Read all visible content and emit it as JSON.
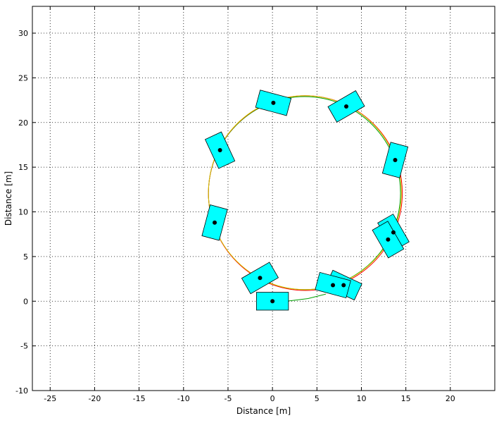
{
  "chart_data": {
    "type": "scatter",
    "title": "",
    "xlabel": "Distance [m]",
    "ylabel": "Distance [m]",
    "xlim": [
      -27,
      25
    ],
    "ylim": [
      -10,
      33
    ],
    "xticks": [
      -25,
      -20,
      -15,
      -10,
      -5,
      0,
      5,
      10,
      15,
      20
    ],
    "yticks": [
      -10,
      -5,
      0,
      5,
      10,
      15,
      20,
      25,
      30
    ],
    "grid": true,
    "vehicle": {
      "length_m": 3.6,
      "width_m": 2.0,
      "color": "#00ffff",
      "poses": [
        {
          "x": 0.0,
          "y": 0.0,
          "heading_deg": 0
        },
        {
          "x": -1.4,
          "y": 2.6,
          "heading_deg": -30
        },
        {
          "x": -6.5,
          "y": 8.8,
          "heading_deg": -75
        },
        {
          "x": -5.9,
          "y": 16.9,
          "heading_deg": -115
        },
        {
          "x": 0.1,
          "y": 22.2,
          "heading_deg": -165
        },
        {
          "x": 8.3,
          "y": 21.8,
          "heading_deg": 150
        },
        {
          "x": 13.8,
          "y": 15.8,
          "heading_deg": 105
        },
        {
          "x": 13.6,
          "y": 7.7,
          "heading_deg": 60
        },
        {
          "x": 13.0,
          "y": 6.9,
          "heading_deg": 60
        },
        {
          "x": 8.0,
          "y": 1.8,
          "heading_deg": 25
        },
        {
          "x": 6.8,
          "y": 1.8,
          "heading_deg": 15
        }
      ]
    },
    "series": [
      {
        "color": "#00a000",
        "kind": "circle",
        "center": [
          3.6,
          12.1
        ],
        "radius": 10.8
      },
      {
        "color": "#ff0000",
        "kind": "circle",
        "center": [
          3.7,
          12.1
        ],
        "radius": 10.9
      },
      {
        "color": "#d4c000",
        "kind": "circle",
        "center": [
          3.65,
          12.15
        ],
        "radius": 10.85
      }
    ],
    "entry_path": {
      "color": "#00a000",
      "x": [
        0,
        2,
        4,
        6
      ],
      "y": [
        0,
        0.05,
        0.3,
        0.8
      ]
    }
  }
}
